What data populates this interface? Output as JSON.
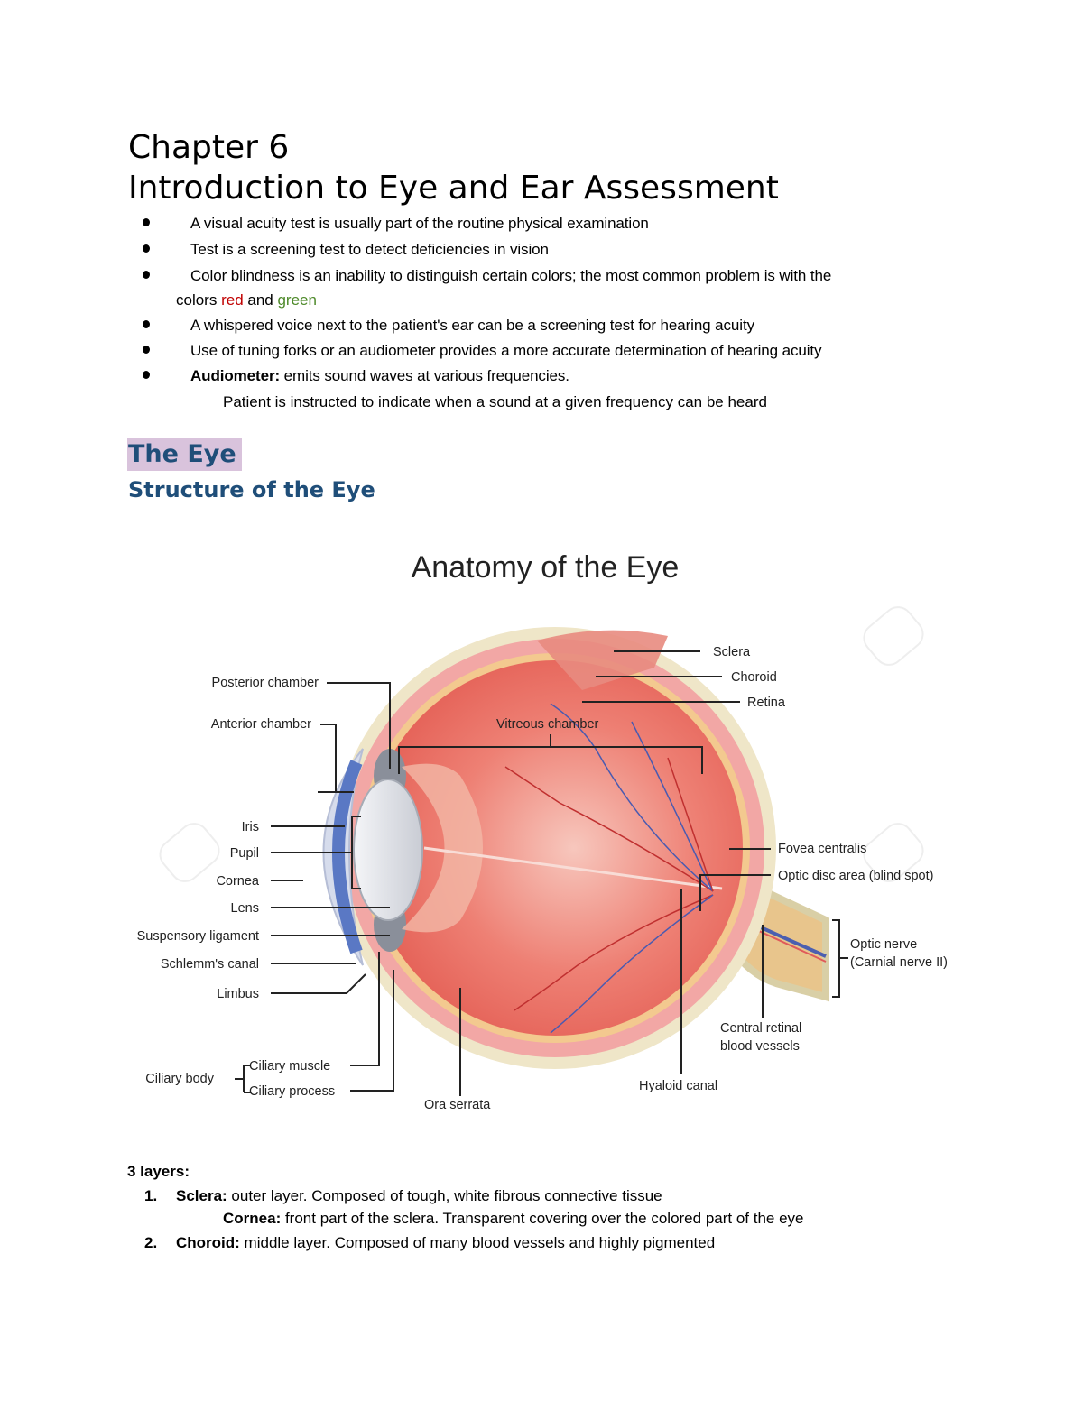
{
  "header": {
    "chapter": "Chapter 6",
    "title": "Introduction to Eye and Ear Assessment"
  },
  "bullets": [
    {
      "text": "A visual acuity test is usually part of the routine physical examination"
    },
    {
      "text": "Test is a screening test to detect deficiencies in vision"
    },
    {
      "text": "Color blindness is an inability to distinguish certain colors; the most common problem is with the",
      "continuation_prefix": "colors ",
      "red_word": "red",
      "middle": " and ",
      "green_word": "green"
    },
    {
      "text": "A whispered voice next to the patient's ear can be a screening test for hearing acuity"
    },
    {
      "text": "Use of tuning forks or an audiometer provides a more accurate determination of hearing acuity"
    },
    {
      "term": "Audiometer:",
      "text": " emits sound waves at various frequencies.",
      "subline": "Patient is instructed to indicate when a sound at a given frequency can be heard"
    }
  ],
  "section": {
    "heading": "The Eye",
    "subheading": "Structure of the Eye"
  },
  "figure": {
    "title": "Anatomy of the Eye",
    "labels_left": [
      "Posterior chamber",
      "Anterior chamber",
      "Iris",
      "Pupil",
      "Cornea",
      "Lens",
      "Suspensory ligament",
      "Schlemm's canal",
      "Limbus"
    ],
    "ciliary": {
      "group": "Ciliary body",
      "parts": [
        "Ciliary muscle",
        "Ciliary process"
      ]
    },
    "labels_bottom": [
      "Ora serrata",
      "Hyaloid canal"
    ],
    "labels_right": [
      "Sclera",
      "Choroid",
      "Retina",
      "Fovea centralis",
      "Optic disc area (blind spot)"
    ],
    "optic_nerve": [
      "Optic nerve",
      "(Carnial nerve II)"
    ],
    "central_vessels": [
      "Central retinal",
      "blood vessels"
    ],
    "vitreous": "Vitreous chamber",
    "colors": {
      "sclera": "#efe6c8",
      "choroid": "#f2a7a5",
      "retina": "#f3c98f",
      "vitreous": "#e8645a",
      "cornea": "#c9d3e6",
      "iris": "#5a78c4"
    }
  },
  "layers": {
    "label": "3 layers:",
    "items": [
      {
        "num": "1.",
        "term": "Sclera:",
        "text": " outer layer. Composed of tough, white fibrous connective tissue",
        "sub_term": "Cornea:",
        "sub_text": " front part of the sclera. Transparent covering over the colored part of the eye"
      },
      {
        "num": "2.",
        "term": "Choroid:",
        "text": " middle layer. Composed of many blood vessels and highly pigmented"
      }
    ]
  }
}
